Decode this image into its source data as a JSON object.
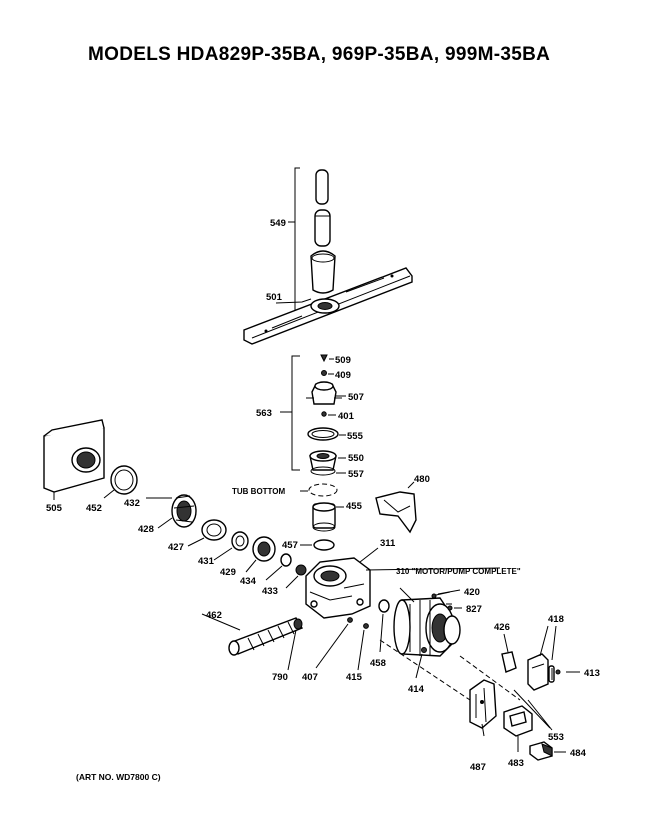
{
  "title": "MODELS HDA829P-35BA, 969P-35BA, 999M-35BA",
  "art_number": "(ART NO. WD7800 C)",
  "callouts": {
    "c549": "549",
    "c501": "501",
    "c509": "509",
    "c409": "409",
    "c507": "507",
    "c563": "563",
    "c401": "401",
    "c555": "555",
    "c550": "550",
    "c557": "557",
    "tub_bottom": "TUB BOTTOM",
    "c480": "480",
    "c455": "455",
    "c505": "505",
    "c452": "452",
    "c432": "432",
    "c428": "428",
    "c427": "427",
    "c431": "431",
    "c429": "429",
    "c434": "434",
    "c457": "457",
    "c311": "311",
    "c310": "310 \"MOTOR/PUMP COMPLETE\"",
    "c433": "433",
    "c420": "420",
    "c827": "827",
    "c462": "462",
    "c426": "426",
    "c418": "418",
    "c413": "413",
    "c790": "790",
    "c407": "407",
    "c415": "415",
    "c458": "458",
    "c414": "414",
    "c553": "553",
    "c484": "484",
    "c487": "487",
    "c483": "483"
  }
}
